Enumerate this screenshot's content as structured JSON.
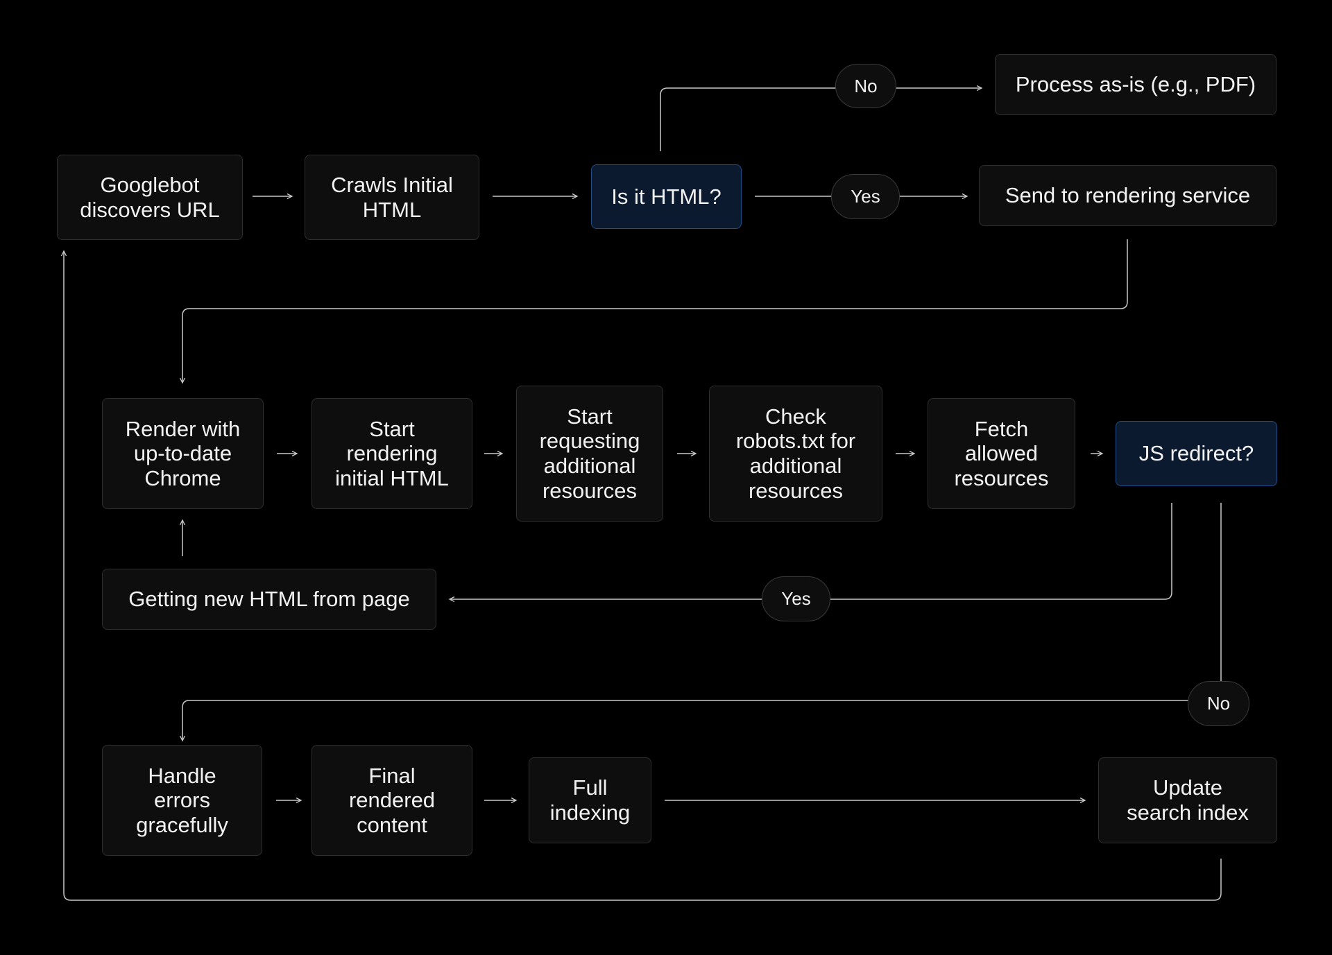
{
  "diagram": {
    "nodes": {
      "discover": "Googlebot\ndiscovers URL",
      "crawl": "Crawls Initial\nHTML",
      "is_html": "Is it HTML?",
      "process_as_is": "Process as-is (e.g., PDF)",
      "send_render": "Send to rendering service",
      "render_chrome": "Render with\nup-to-date\nChrome",
      "start_render": "Start\nrendering\ninitial HTML",
      "start_requesting": "Start\nrequesting\nadditional\nresources",
      "check_robots": "Check\nrobots.txt for\nadditional\nresources",
      "fetch_allowed": "Fetch\nallowed\nresources",
      "js_redirect": "JS redirect?",
      "new_html": "Getting new HTML from page",
      "handle_errors": "Handle\nerrors\ngracefully",
      "final_content": "Final\nrendered\ncontent",
      "full_indexing": "Full\nindexing",
      "update_index": "Update\nsearch index"
    },
    "edge_labels": {
      "html_no": "No",
      "html_yes": "Yes",
      "redirect_yes": "Yes",
      "redirect_no": "No"
    },
    "colors": {
      "background": "#000000",
      "node_fill": "#0e0e0e",
      "node_border": "#2f2f2f",
      "decision_fill": "#0b1a2e",
      "decision_border": "#1f4f86",
      "connector": "#c9c9c9",
      "text": "#f2f2f2"
    }
  }
}
